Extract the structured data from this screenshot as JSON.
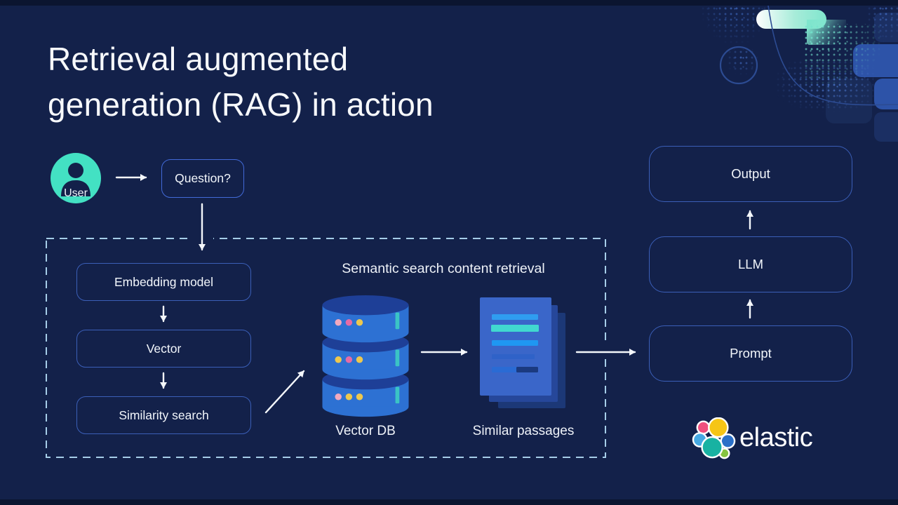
{
  "title": {
    "line1": "Retrieval augmented",
    "line2": "generation (RAG) in action"
  },
  "diagram": {
    "user": {
      "label": "User"
    },
    "question": {
      "label": "Question?"
    },
    "pipeline": {
      "section_title": "Semantic search content retrieval",
      "steps": [
        {
          "label": "Embedding model"
        },
        {
          "label": "Vector"
        },
        {
          "label": "Similarity search"
        }
      ],
      "vector_db": {
        "label": "Vector DB"
      },
      "passages": {
        "label": "Similar passages"
      }
    },
    "generation": {
      "steps": [
        {
          "label": "Output"
        },
        {
          "label": "LLM"
        },
        {
          "label": "Prompt"
        }
      ]
    }
  },
  "brand": {
    "wordmark": "elastic"
  },
  "colors": {
    "background": "#13214a",
    "edge_bar": "#0b1530",
    "accent_teal": "#43e1c3",
    "box_border": "#3b5fb8",
    "question_border": "#426ad8",
    "dashed_border": "#a6cde8",
    "arrow": "#f4f7fb",
    "db_body": "#2d71d3",
    "db_top": "#1e3f97",
    "doc_front": "#3a66c9"
  }
}
